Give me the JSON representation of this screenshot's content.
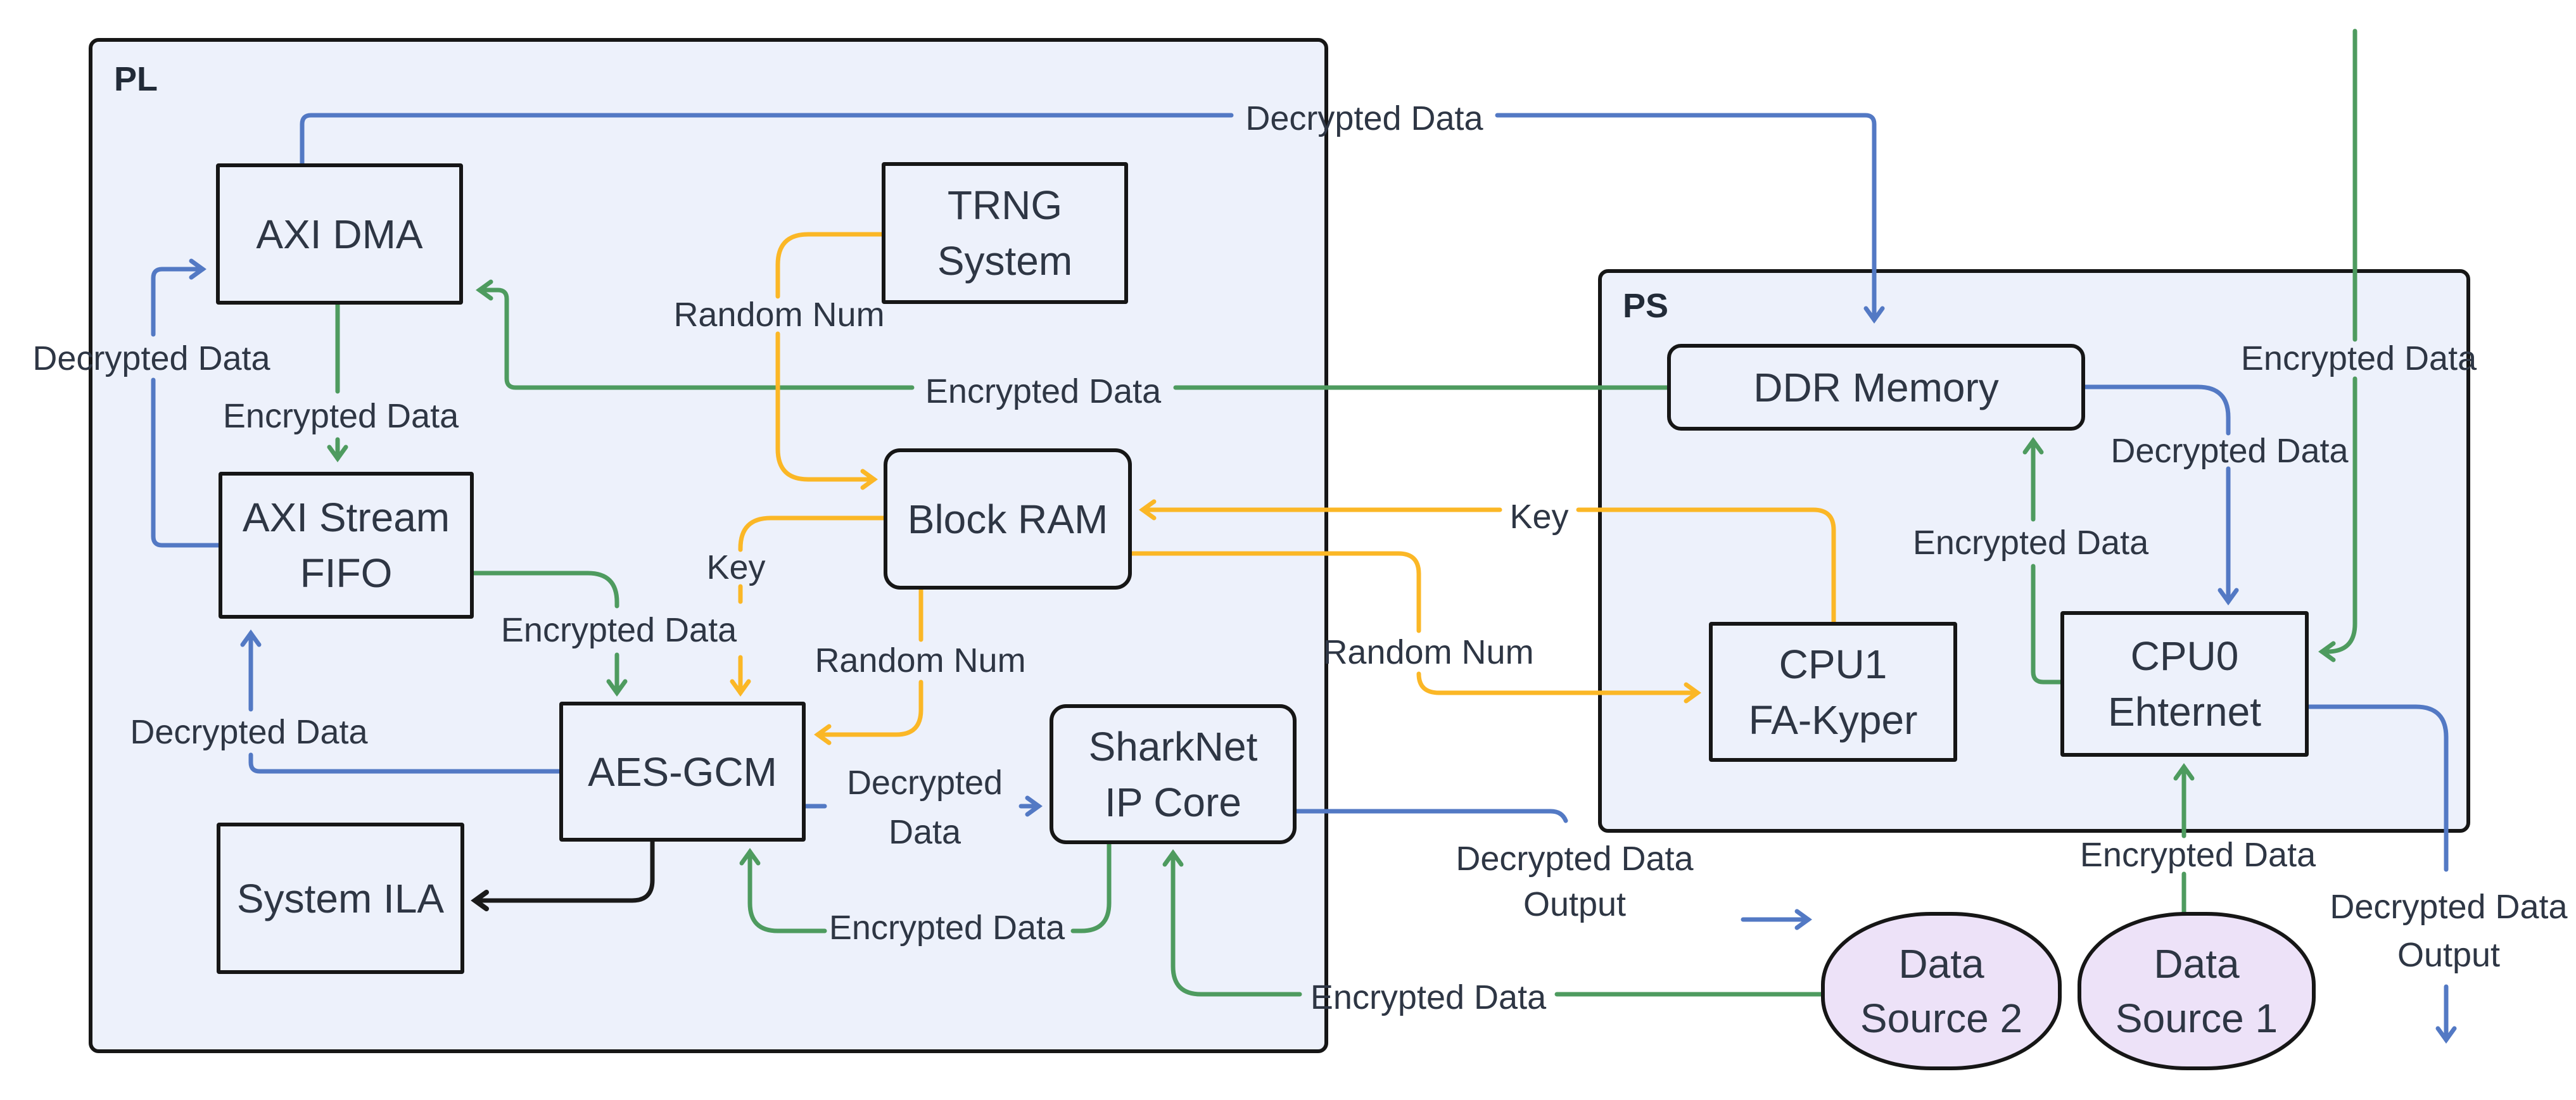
{
  "colors": {
    "blue": "#5379c4",
    "green": "#4e9b5f",
    "orange": "#fbb726",
    "black": "#1a1a1a",
    "container_fill": "#edf1fb",
    "node_border": "#161616",
    "ellipse_fill": "#ede2f8",
    "text": "#2e3644",
    "background": "#ffffff"
  },
  "containers": {
    "pl": {
      "label": "PL"
    },
    "ps": {
      "label": "PS"
    }
  },
  "nodes": {
    "axi_dma": {
      "lines": [
        "AXI DMA"
      ]
    },
    "trng": {
      "lines": [
        "TRNG",
        "System"
      ]
    },
    "axi_stream_fifo": {
      "lines": [
        "AXI Stream",
        "FIFO"
      ]
    },
    "block_ram": {
      "lines": [
        "Block RAM"
      ]
    },
    "aes_gcm": {
      "lines": [
        "AES-GCM"
      ]
    },
    "system_ila": {
      "lines": [
        "System ILA"
      ]
    },
    "sharknet": {
      "lines": [
        "SharkNet",
        "IP Core"
      ]
    },
    "ddr_memory": {
      "lines": [
        "DDR Memory"
      ]
    },
    "cpu1": {
      "lines": [
        "CPU1",
        "FA-Kyper"
      ]
    },
    "cpu0": {
      "lines": [
        "CPU0",
        "Ehternet"
      ]
    },
    "data_source_2": {
      "lines": [
        "Data",
        "Source 2"
      ]
    },
    "data_source_1": {
      "lines": [
        "Data",
        "Source 1"
      ]
    }
  },
  "edge_labels": {
    "top_decrypted": {
      "text": "Decrypted Data"
    },
    "left_decrypted": {
      "text": "Decrypted Data"
    },
    "enc_dma_fifo": {
      "text": "Encrypted Data"
    },
    "random_trng": {
      "text": "Random Num"
    },
    "enc_ddr_dma": {
      "text": "Encrypted Data"
    },
    "key_br_aes": {
      "text": "Key"
    },
    "enc_fifo_aes": {
      "text": "Encrypted Data"
    },
    "random_br_aes": {
      "text": "Random Num"
    },
    "dec_aes_fifo": {
      "text": "Decrypted Data"
    },
    "dec_aes_shark": {
      "lines": [
        "Decrypted",
        "Data"
      ]
    },
    "enc_shark_aes": {
      "text": "Encrypted Data"
    },
    "key_cpu1_br": {
      "text": "Key"
    },
    "random_br_cpu1": {
      "text": "Random Num"
    },
    "dec_output_left": {
      "lines": [
        "Decrypted Data",
        "Output"
      ]
    },
    "enc_ds2_shark": {
      "text": "Encrypted Data"
    },
    "enc_cpu0_ddr": {
      "text": "Encrypted Data"
    },
    "dec_ddr_cpu0": {
      "text": "Decrypted Data"
    },
    "enc_top_cpu0": {
      "text": "Encrypted Data"
    },
    "enc_ds1_cpu0": {
      "text": "Encrypted Data"
    },
    "dec_output_right": {
      "lines": [
        "Decrypted Data",
        "Output"
      ]
    }
  }
}
